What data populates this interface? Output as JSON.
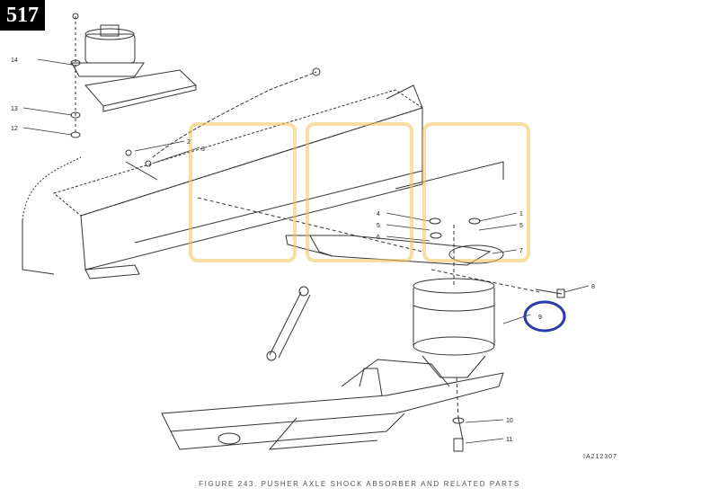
{
  "page_number": "517",
  "figure": {
    "caption": "FIGURE 243. PUSHER AXLE SHOCK ABSORBER AND RELATED PARTS",
    "code": "IA212307",
    "callouts": [
      "1",
      "2",
      "3",
      "4",
      "5",
      "6",
      "7",
      "8",
      "9",
      "10",
      "11",
      "12",
      "13",
      "14"
    ],
    "highlighted_callout": "9",
    "colors": {
      "highlight_circle": "#2a3aa8",
      "watermark": "#f4c35a",
      "line": "#333333"
    }
  }
}
